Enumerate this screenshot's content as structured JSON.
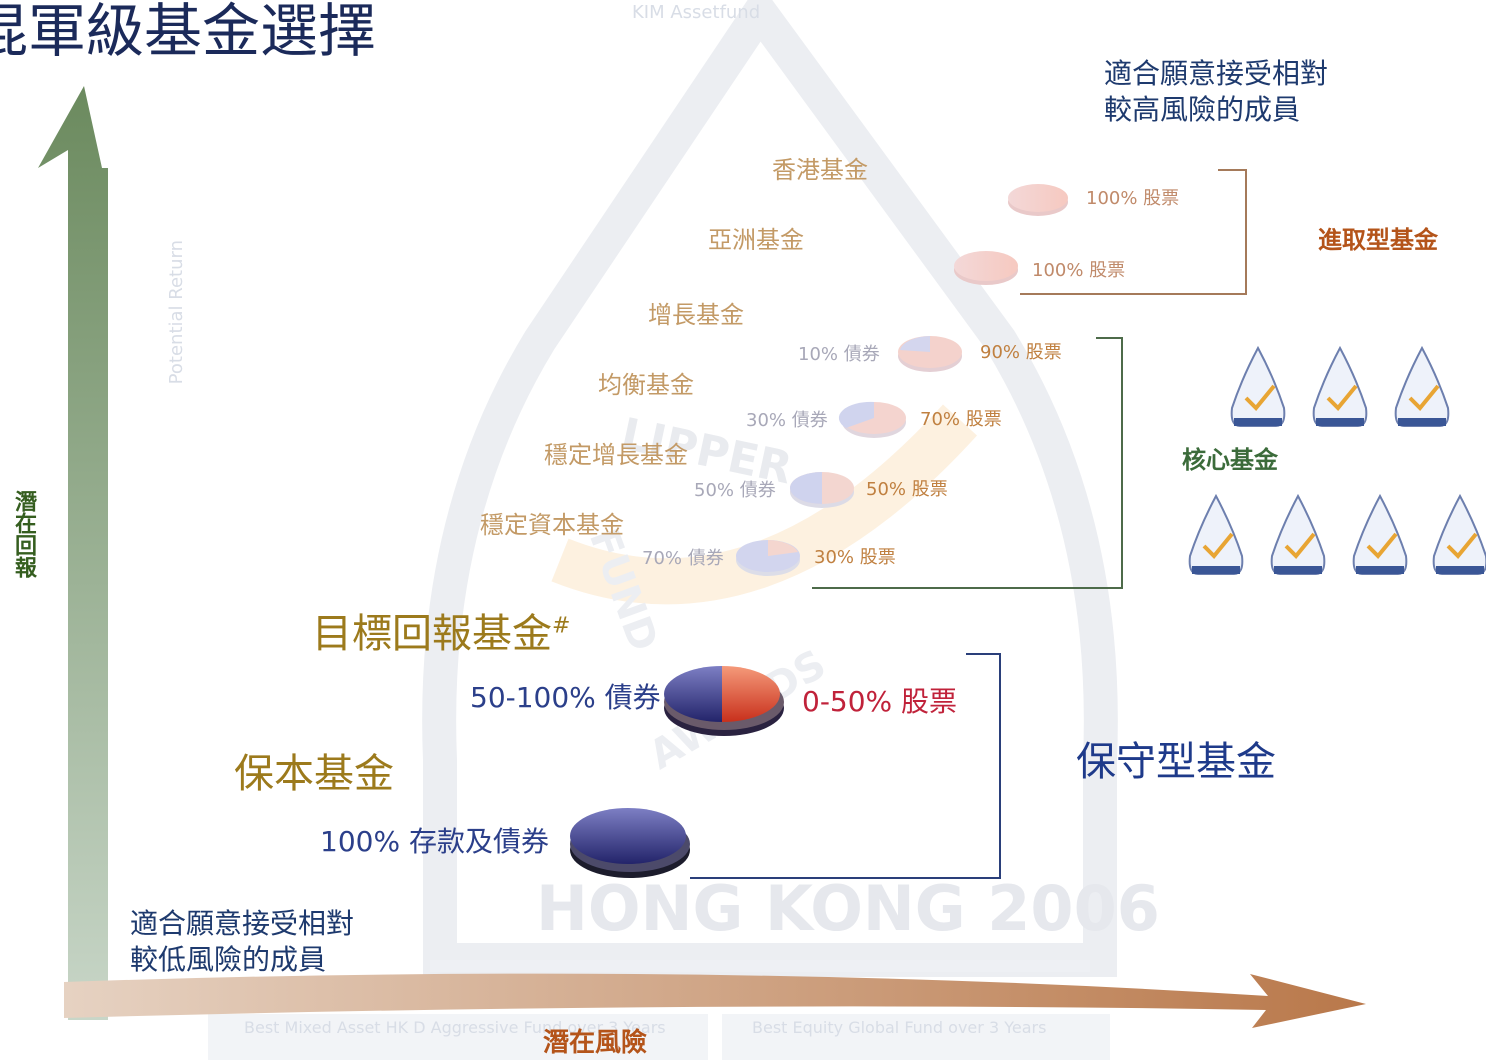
{
  "title": "混軍級基金選擇",
  "watermark": {
    "top": "KIM Assetfund",
    "side": "Potential Return",
    "badge_word": "LIPPER",
    "fund_word": "FUND",
    "awards_word": "AWARDS",
    "hong_kong": "HONG KONG 2006",
    "bottom_left": "Best Mixed Asset HK D Aggressive Fund over 3 Years",
    "bottom_right": "Best Equity Global Fund over 3 Years"
  },
  "notes": {
    "high_risk_line1": "適合願意接受相對",
    "high_risk_line2": "較高風險的成員",
    "low_risk_line1": "適合願意接受相對",
    "low_risk_line2": "較低風險的成員"
  },
  "axes": {
    "y_label": "潛在回報",
    "x_label": "潛在風險"
  },
  "groups": {
    "aggressive": "進取型基金",
    "core": "核心基金",
    "conservative": "保守型基金"
  },
  "funds": [
    {
      "name": "香港基金",
      "bond": "",
      "equity": "100% 股票"
    },
    {
      "name": "亞洲基金",
      "bond": "",
      "equity": "100% 股票"
    },
    {
      "name": "增長基金",
      "bond": "10% 債券",
      "equity": "90% 股票"
    },
    {
      "name": "均衡基金",
      "bond": "30% 債券",
      "equity": "70% 股票"
    },
    {
      "name": "穩定增長基金",
      "bond": "50% 債券",
      "equity": "50% 股票"
    },
    {
      "name": "穩定資本基金",
      "bond": "70% 債券",
      "equity": "30% 股票"
    }
  ],
  "target_fund": {
    "name": "目標回報基金",
    "mark": "#",
    "bond": "50-100% 債券",
    "equity": "0-50% 股票"
  },
  "guaranteed_fund": {
    "name": "保本基金",
    "alloc": "100% 存款及債券"
  },
  "colors": {
    "y_arrow_top": "#6b8a5e",
    "y_arrow_bottom": "#c8d6c8",
    "x_arrow_left": "#e6d2c2",
    "x_arrow_right": "#b9784a",
    "bond_blue": "#2d2f7a",
    "equity_red": "#d8442a"
  }
}
